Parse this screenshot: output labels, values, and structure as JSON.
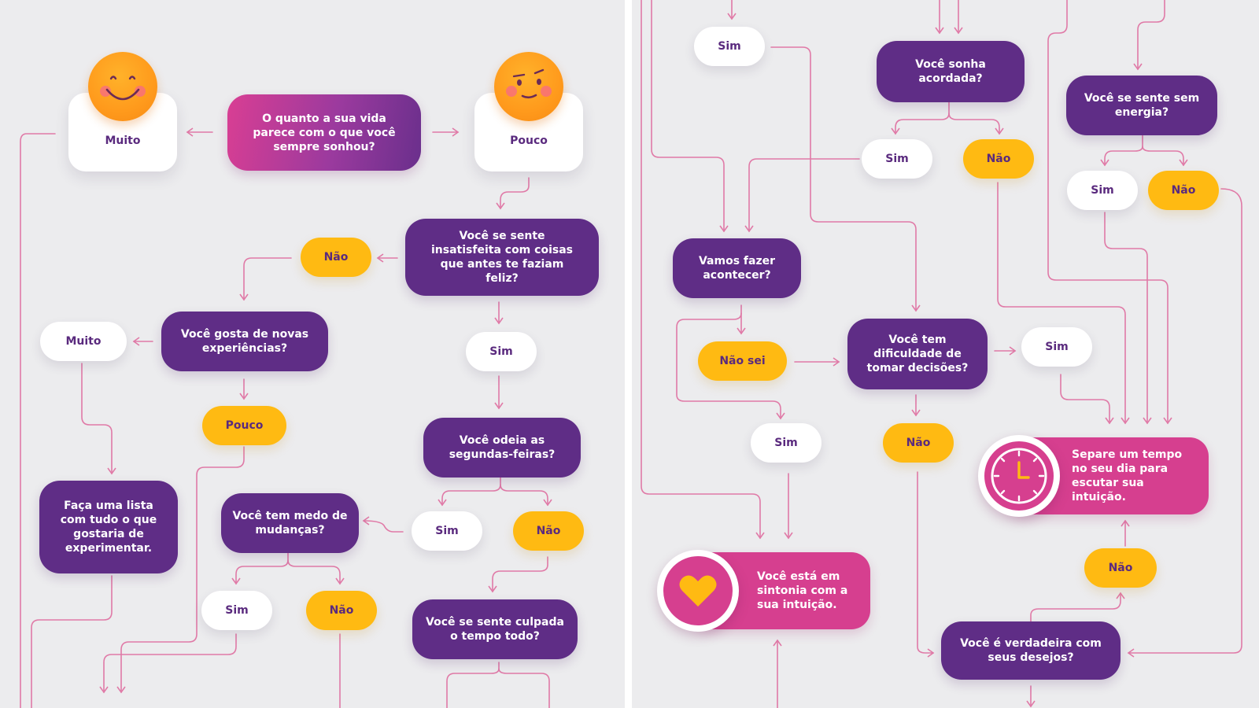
{
  "colors": {
    "background": "#ebebed",
    "question": "#5f2d86",
    "yes": "#ffffff",
    "no": "#ffba12",
    "accent": "#d63f8f",
    "wire": "#e07aa7"
  },
  "nodes": {
    "start_question": "O quanto a sua vida parece com o que você sempre sonhou?",
    "muito_top": "Muito",
    "pouco_top": "Pouco",
    "insatisfeita": "Você se sente insatisfeita com coisas que antes te faziam feliz?",
    "nao_insatisfeita": "Não",
    "sim_insatisfeita": "Sim",
    "novas_experiencias": "Você gosta de novas experiências?",
    "muito_experiencias": "Muito",
    "pouco_experiencias": "Pouco",
    "faca_lista": "Faça uma lista com tudo o que gostaria de experimentar.",
    "odeia_segundas": "Você odeia as segundas-feiras?",
    "sim_segundas": "Sim",
    "nao_segundas": "Não",
    "medo_mudancas": "Você tem medo de mudanças?",
    "sim_mudancas": "Sim",
    "nao_mudancas": "Não",
    "culpada": "Você se sente culpada o tempo todo?",
    "sim_top_right": "Sim",
    "sonha_acordada": "Você sonha acordada?",
    "sim_sonha": "Sim",
    "nao_sonha": "Não",
    "sem_energia": "Você se sente sem energia?",
    "sim_energia": "Sim",
    "nao_energia": "Não",
    "vamos_fazer": "Vamos fazer acontecer?",
    "nao_sei": "Não sei",
    "sim_vamos": "Sim",
    "dificuldade": "Você tem dificuldade de tomar decisões?",
    "sim_dificuldade": "Sim",
    "nao_dificuldade": "Não",
    "sintonia": "Você está em sintonia com a sua intuição.",
    "separe_tempo": "Separe um tempo no seu dia para escutar sua intuição.",
    "nao_verdadeira": "Não",
    "verdadeira": "Você é verdadeira com seus desejos?"
  },
  "icons": {
    "happy_face": "happy-face-icon",
    "skeptical_face": "skeptical-face-icon",
    "heart": "heart-icon",
    "clock": "clock-icon"
  }
}
